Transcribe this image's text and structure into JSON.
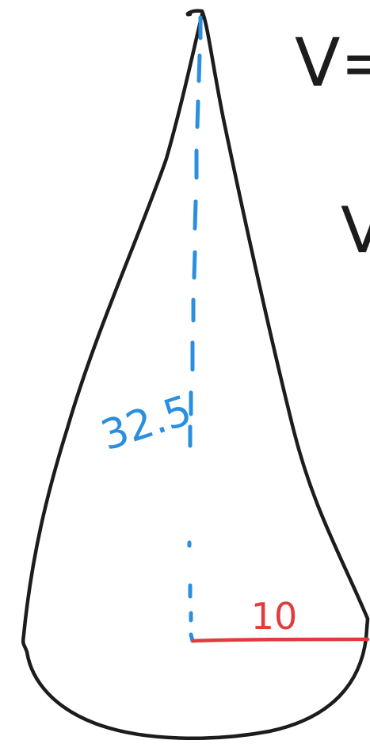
{
  "diagram": {
    "height_label": "32.5",
    "radius_label": "10",
    "formula_first_line": "V=",
    "formula_second_line": "V",
    "colors": {
      "outline": "#1c1c1c",
      "height": "#2b8fe0",
      "radius": "#e23b3b",
      "background": "#ffffff"
    }
  }
}
